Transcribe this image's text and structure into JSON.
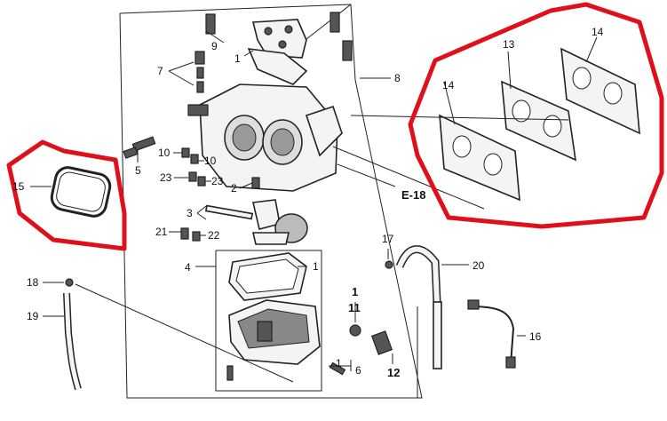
{
  "diagram": {
    "callouts": [
      {
        "id": "c9",
        "text": "9"
      },
      {
        "id": "c1a",
        "text": "1"
      },
      {
        "id": "c7",
        "text": "7"
      },
      {
        "id": "c8",
        "text": "8"
      },
      {
        "id": "c10a",
        "text": "10"
      },
      {
        "id": "c10b",
        "text": "10"
      },
      {
        "id": "c23a",
        "text": "23"
      },
      {
        "id": "c23b",
        "text": "23"
      },
      {
        "id": "c2",
        "text": "2"
      },
      {
        "id": "c5",
        "text": "5"
      },
      {
        "id": "c15",
        "text": "15"
      },
      {
        "id": "c3",
        "text": "3"
      },
      {
        "id": "c21",
        "text": "21"
      },
      {
        "id": "c22",
        "text": "22"
      },
      {
        "id": "c4",
        "text": "4"
      },
      {
        "id": "c1b",
        "text": "1"
      },
      {
        "id": "c18",
        "text": "18"
      },
      {
        "id": "c19",
        "text": "19"
      },
      {
        "id": "c1c",
        "text": "1"
      },
      {
        "id": "c11",
        "text": "11"
      },
      {
        "id": "c12",
        "text": "12"
      },
      {
        "id": "c1d",
        "text": "1"
      },
      {
        "id": "c6",
        "text": "6"
      },
      {
        "id": "c17",
        "text": "17"
      },
      {
        "id": "c20",
        "text": "20"
      },
      {
        "id": "c16",
        "text": "16"
      },
      {
        "id": "c14a",
        "text": "14"
      },
      {
        "id": "c13",
        "text": "13"
      },
      {
        "id": "c14b",
        "text": "14"
      }
    ],
    "reference": "E-18",
    "highlight_color": "#e0101a"
  }
}
